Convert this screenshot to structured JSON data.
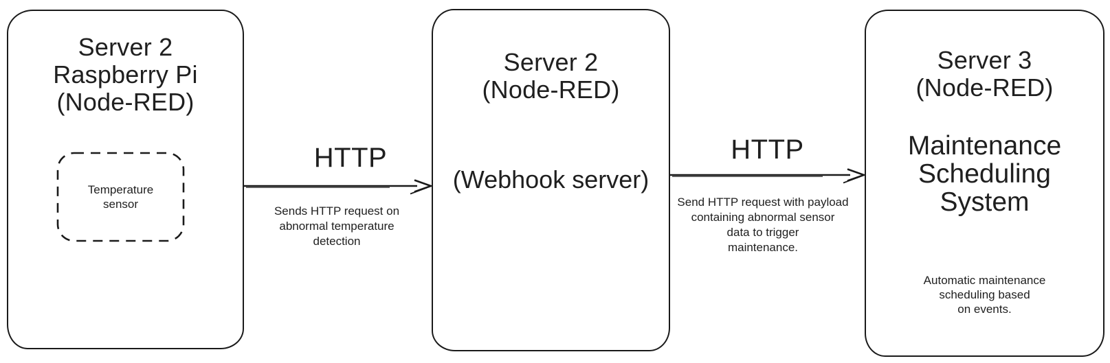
{
  "colors": {
    "background": "#ffffff",
    "stroke": "#1a1a1a",
    "text": "#1f1f1f"
  },
  "nodes": [
    {
      "id": "server2-raspberry-pi",
      "title_lines": [
        "Server 2",
        "Raspberry Pi",
        "(Node-RED)"
      ],
      "sensor": {
        "label_lines": [
          "Temperature",
          "sensor"
        ]
      }
    },
    {
      "id": "server2-webhook",
      "title_lines": [
        "Server 2",
        "(Node-RED)"
      ],
      "subtitle": "(Webhook server)"
    },
    {
      "id": "server3-maintenance",
      "title_lines": [
        "Server 3",
        "(Node-RED)"
      ],
      "system_lines": [
        "Maintenance",
        "Scheduling",
        "System"
      ],
      "note_lines": [
        "Automatic maintenance",
        "scheduling based",
        "on events."
      ]
    }
  ],
  "edges": [
    {
      "protocol": "HTTP",
      "description_lines": [
        "Sends HTTP request on",
        "abnormal temperature",
        "detection"
      ]
    },
    {
      "protocol": "HTTP",
      "description_lines": [
        "Send HTTP request with payload",
        "containing abnormal sensor",
        "data to trigger",
        "maintenance."
      ]
    }
  ]
}
